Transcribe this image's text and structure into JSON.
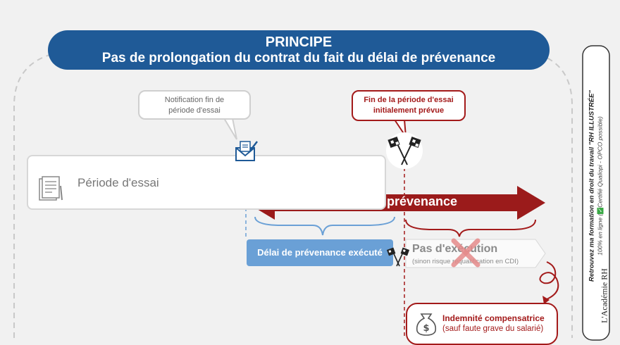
{
  "header": {
    "principle": "PRINCIPE",
    "subtitle": "Pas de prolongation du contrat du fait du délai de prévenance"
  },
  "bubbles": {
    "notification": [
      "Notification fin de",
      "période d'essai"
    ],
    "fin_periode": [
      "Fin de la période d'essai",
      "initialement prévue"
    ]
  },
  "periode_essai": "Période d'essai",
  "delai_prevenance": "Délai de prévenance",
  "delai_execute": "Délai de prévenance exécuté",
  "pas_execution": {
    "title": "Pas d'exécution",
    "note": "(sinon risque requalification en CDI)"
  },
  "indemnite": {
    "title": "Indemnité compensatrice",
    "note": "(sauf faute grave du salarié)"
  },
  "sidebar": {
    "line1": "Retrouvez ma formation en droit du travail \"RH ILLUSTRÉE\"",
    "line2_a": "100% en ligne (",
    "line2_b": "Certifié Qualiopi - OPCO possible)",
    "brand": "L'Académie RH"
  },
  "icons": [
    "envelope-pen-icon",
    "checkered-flags-icon",
    "document-icon",
    "cross-mark-icon",
    "money-bag-icon"
  ],
  "colors": {
    "primary_blue": "#1f5a97",
    "light_blue": "#6aa0d6",
    "dark_red": "#a31a1a",
    "cross_pink": "#e58b8b"
  }
}
